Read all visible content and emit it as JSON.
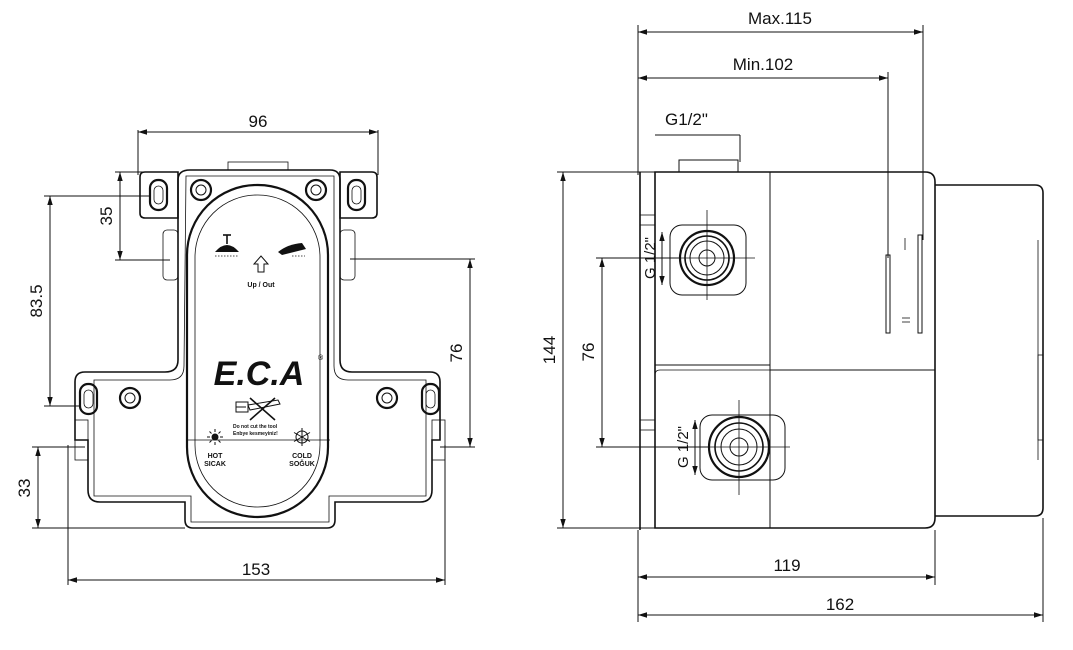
{
  "front_view": {
    "dims": {
      "width_top": "96",
      "height_left_upper": "35",
      "height_left": "83.5",
      "height_right": "76",
      "height_left_lower": "33",
      "width_bottom": "153"
    },
    "labels": {
      "up_out": "Up / Out",
      "warning_line1": "Do not cut the tool",
      "warning_line2": "Enbye kesmeyiniz!",
      "hot_line1": "HOT",
      "hot_line2": "SICAK",
      "cold_line1": "COLD",
      "cold_line2": "SOĞUK",
      "brand_logo": "E.C.A",
      "registered_mark": "®"
    },
    "icons": [
      "shower-head-icon",
      "hand-shower-icon",
      "up-arrow-icon",
      "saw-cut-icon",
      "sun-hot-icon",
      "snowflake-cold-icon"
    ]
  },
  "side_view": {
    "dims": {
      "max_depth": "Max.115",
      "min_depth": "Min.102",
      "thread_top": "G1/2\"",
      "thread_upper": "G 1/2\"",
      "thread_lower": "G 1/2\"",
      "height_total": "144",
      "height_inlets": "76",
      "depth_body": "119",
      "depth_total": "162"
    }
  }
}
